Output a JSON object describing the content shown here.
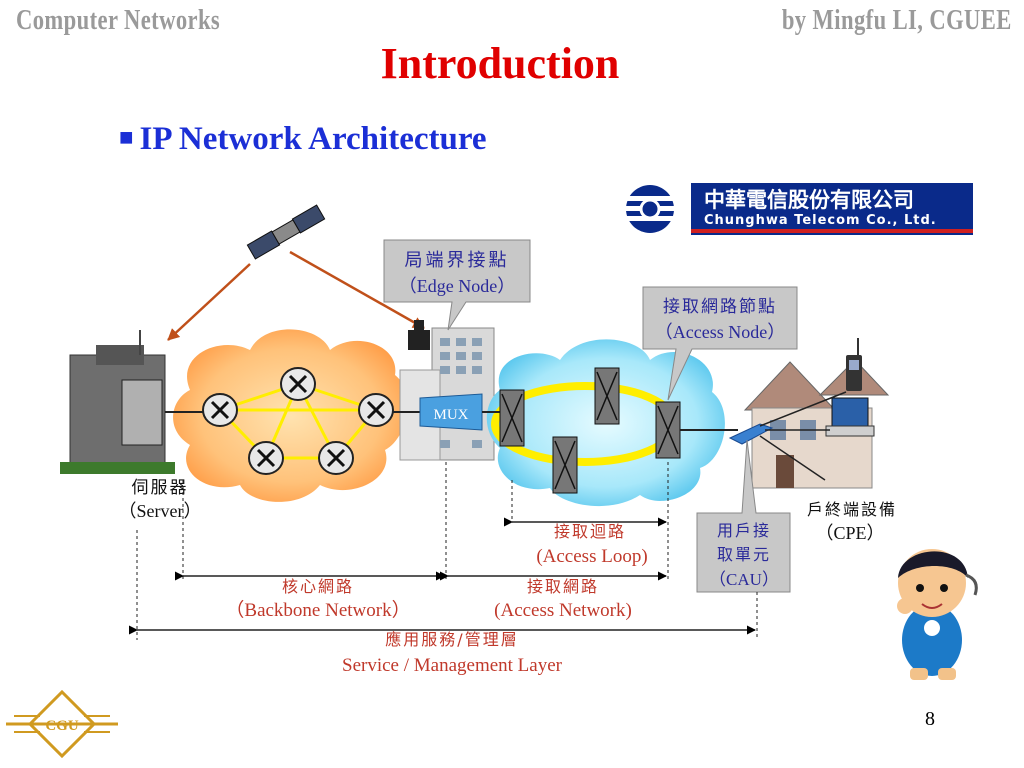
{
  "header": {
    "left": "Computer Networks",
    "right": "by Mingfu LI, CGUEE"
  },
  "title": "Introduction",
  "subtitle": {
    "bullet": "■",
    "text": "IP Network Architecture"
  },
  "logo": {
    "chinese": "中華電信股份有限公司",
    "english": "Chunghwa Telecom Co., Ltd."
  },
  "diagram": {
    "edge_node": {
      "zh": "局端界接點",
      "en": "（Edge  Node）"
    },
    "access_node": {
      "zh": "接取網路節點",
      "en": "（Access Node）"
    },
    "mux": "MUX",
    "server": {
      "zh": "伺服器",
      "en": "（Server）"
    },
    "cpe": {
      "zh": "戶終端設備",
      "en": "（CPE）"
    },
    "cau": {
      "line1": "用戶接",
      "line2": "取單元",
      "line3": "（CAU）"
    },
    "access_loop": {
      "zh": "接取迴路",
      "en": "(Access Loop)"
    },
    "backbone": {
      "zh": "核心網路",
      "en": "（Backbone Network）"
    },
    "access_network": {
      "zh": "接取網路",
      "en": "(Access Network)"
    },
    "service_layer": {
      "zh": "應用服務/管理層",
      "en": "Service / Management Layer"
    }
  },
  "footer": {
    "logo_text": "CGU",
    "page_number": "8"
  },
  "colors": {
    "title": "#e00000",
    "subtitle": "#1b2fd6",
    "header": "#9a9a9a",
    "logo_bar": "#0a2a8a"
  }
}
